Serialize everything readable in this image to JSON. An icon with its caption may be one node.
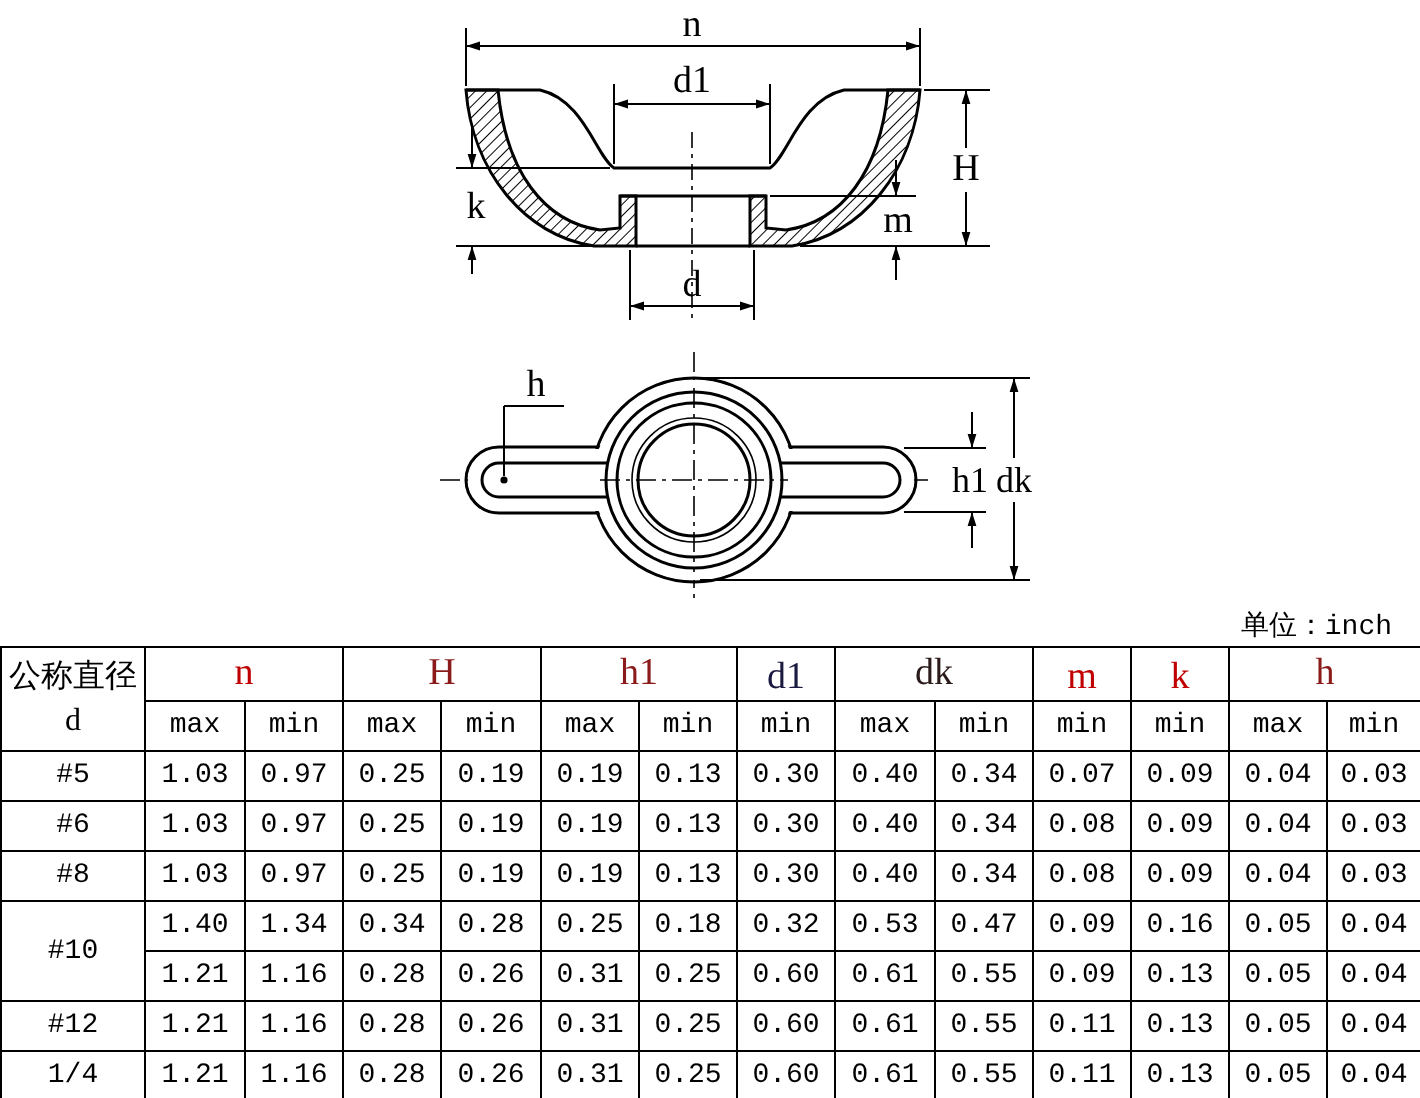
{
  "diagram": {
    "labels": [
      "n",
      "d1",
      "H",
      "k",
      "m",
      "d",
      "h",
      "h1",
      "dk",
      "单位：inch",
      "公称直径 d",
      "n",
      "H",
      "h1",
      "d1",
      "dk",
      "m",
      "k",
      "h",
      "max",
      "min",
      "max",
      "min",
      "max",
      "min",
      "min",
      "max",
      "min",
      "min",
      "min",
      "max",
      "min",
      "#5",
      "1.03",
      "0.97",
      "0.25",
      "0.19",
      "0.19",
      "0.13",
      "0.30",
      "0.40",
      "0.34",
      "0.07",
      "0.09",
      "0.04",
      "0.03",
      "#6",
      "1.03",
      "0.97",
      "0.25",
      "0.19",
      "0.19",
      "0.13",
      "0.30",
      "0.40",
      "0.34",
      "0.08",
      "0.09",
      "0.04",
      "0.03",
      "#8",
      "1.03",
      "0.97",
      "0.25",
      "0.19",
      "0.19",
      "0.13",
      "0.30",
      "0.40",
      "0.34",
      "0.08",
      "0.09",
      "0.04",
      "0.03",
      "#10",
      "1.40",
      "1.34",
      "0.34",
      "0.28",
      "0.25",
      "0.18",
      "0.32",
      "0.53",
      "0.47",
      "0.09",
      "0.16",
      "0.05",
      "0.04",
      "1.21",
      "1.16",
      "0.28",
      "0.26",
      "0.31",
      "0.25",
      "0.60",
      "0.61",
      "0.55",
      "0.09",
      "0.13",
      "0.05",
      "0.04",
      "#12",
      "1.21",
      "1.16",
      "0.28",
      "0.26",
      "0.31",
      "0.25",
      "0.60",
      "0.61",
      "0.55",
      "0.11",
      "0.13",
      "0.05",
      "0.04",
      "1/4",
      "1.21",
      "1.16",
      "0.28",
      "0.26",
      "0.31",
      "0.25",
      "0.60",
      "0.61",
      "0.55",
      "0.11",
      "0.13",
      "0.05",
      "0.04"
    ]
  }
}
